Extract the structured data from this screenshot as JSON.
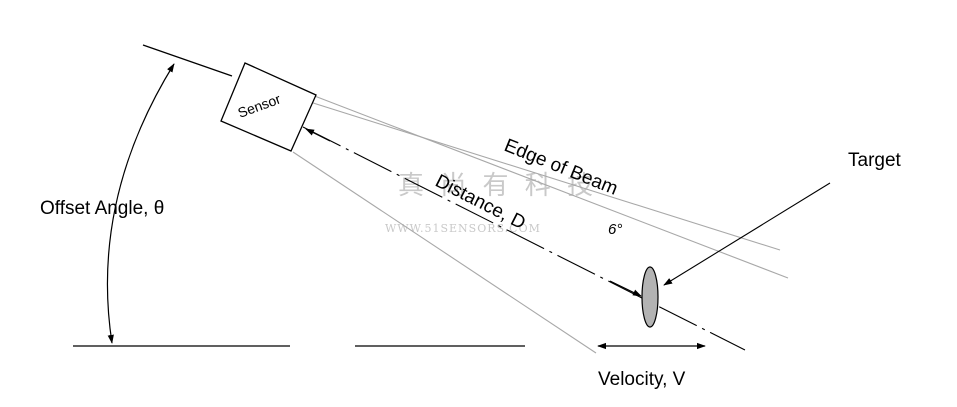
{
  "labels": {
    "sensor": "Sensor",
    "edge_of_beam": "Edge of Beam",
    "target": "Target",
    "offset_angle": "Offset Angle, θ",
    "distance": "Distance, D",
    "beam_angle": "6°",
    "velocity": "Velocity, V"
  },
  "watermark": {
    "cn": "真 尚 有 科 技",
    "url": "WWW.51SENSORS.COM"
  },
  "colors": {
    "line": "#000000",
    "beam": "#a8a8a8",
    "target_fill": "#b3b3b3",
    "watermark": "#c9c9c9"
  }
}
